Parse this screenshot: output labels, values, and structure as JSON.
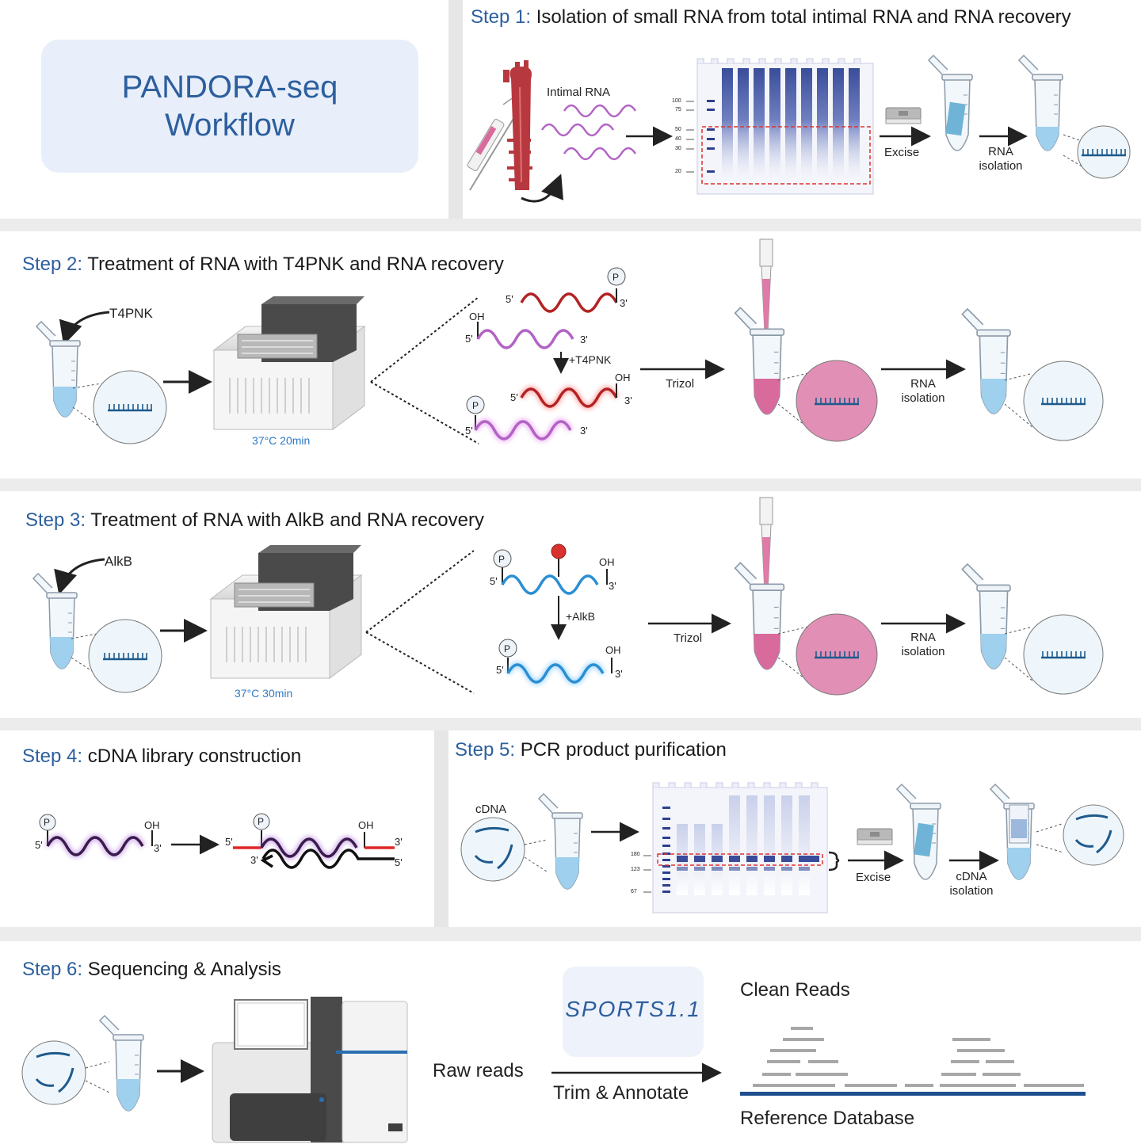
{
  "banner": {
    "line1": "PANDORA-seq",
    "line2": "Workflow"
  },
  "step1": {
    "num": "Step 1:",
    "title": "Isolation of small RNA from total intimal RNA and RNA recovery",
    "intimal_rna": "Intimal RNA",
    "excise": "Excise",
    "rna_isolation_1": "RNA",
    "rna_isolation_2": "isolation",
    "ladder": [
      "100",
      "75",
      "50",
      "40",
      "30",
      "20"
    ]
  },
  "step2": {
    "num": "Step 2:",
    "title": "Treatment of RNA with T4PNK and RNA recovery",
    "enzyme": "T4PNK",
    "condition": "37°C 20min",
    "plus_enzyme": "+T4PNK",
    "trizol": "Trizol",
    "rna_isolation_1": "RNA",
    "rna_isolation_2": "isolation",
    "p": "P",
    "oh": "OH",
    "five": "5'",
    "three": "3'"
  },
  "step3": {
    "num": "Step 3:",
    "title": "Treatment of RNA with AlkB and RNA recovery",
    "enzyme": "AlkB",
    "condition": "37°C 30min",
    "plus_enzyme": "+AlkB",
    "trizol": "Trizol",
    "rna_isolation_1": "RNA",
    "rna_isolation_2": "isolation"
  },
  "step4": {
    "num": "Step 4:",
    "title": "cDNA library construction"
  },
  "step5": {
    "num": "Step 5:",
    "title": "PCR product purification",
    "cdna": "cDNA",
    "excise": "Excise",
    "cdna_isolation_1": "cDNA",
    "cdna_isolation_2": "isolation",
    "ladder": [
      "180",
      "123",
      "67"
    ]
  },
  "step6": {
    "num": "Step 6:",
    "title": "Sequencing & Analysis",
    "raw_reads": "Raw reads",
    "sports": "SPORTS1.1",
    "trim": "Trim & Annotate",
    "clean_reads": "Clean Reads",
    "reference": "Reference Database"
  },
  "colors": {
    "accent": "#2d5f9e",
    "pink": "#d86a9c",
    "blue_liquid": "#9fd0ee",
    "gel_band": "#3a4d9a",
    "red": "#e03030"
  }
}
